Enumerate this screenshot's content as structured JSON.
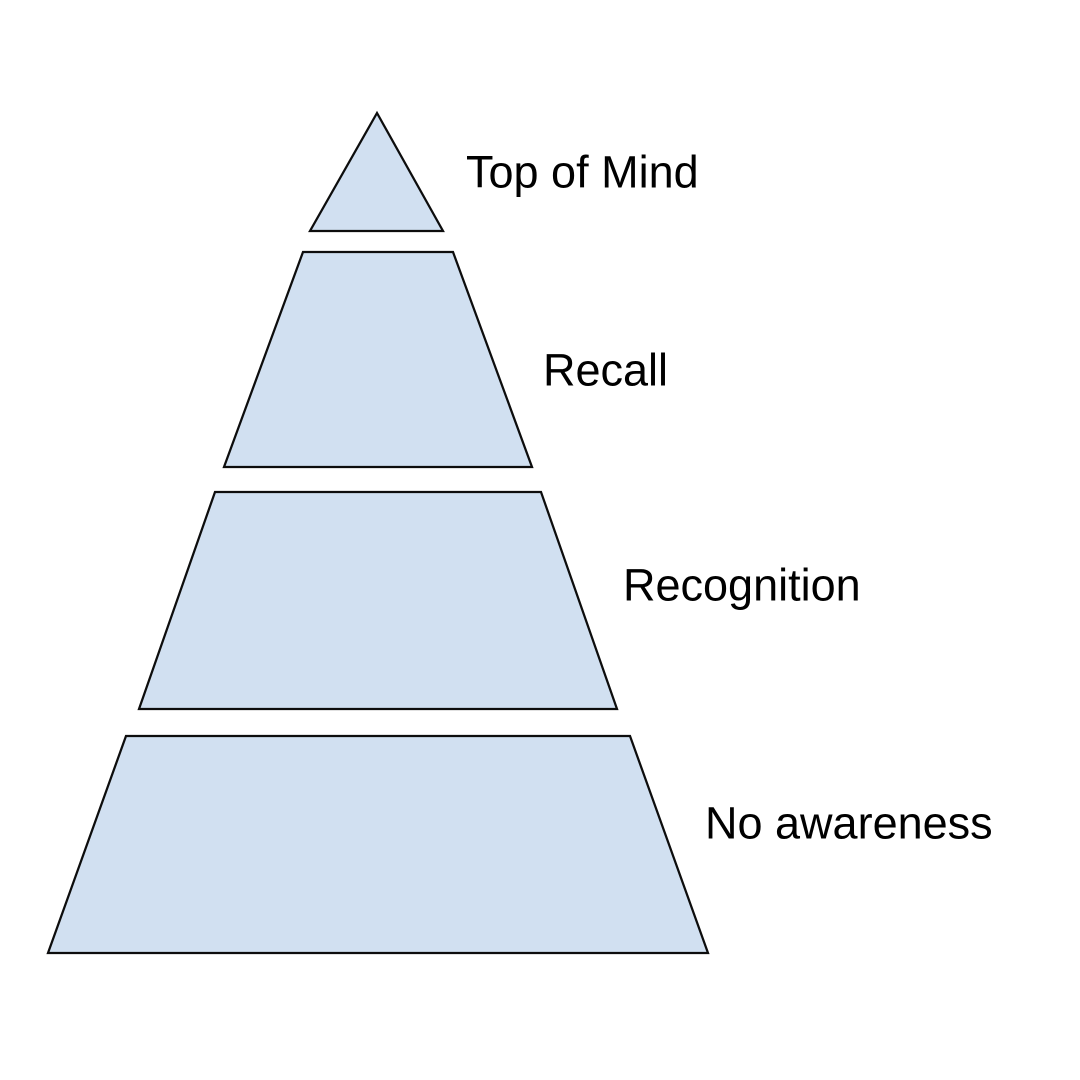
{
  "colors": {
    "background": "#ffffff",
    "segment_fill": "#d1e0f1",
    "segment_stroke": "#0d0d0d",
    "label_text": "#000000"
  },
  "pyramid": {
    "type": "pyramid-diagram",
    "levels": [
      {
        "rank": 1,
        "label": "Top of Mind"
      },
      {
        "rank": 2,
        "label": "Recall"
      },
      {
        "rank": 3,
        "label": "Recognition"
      },
      {
        "rank": 4,
        "label": "No awareness"
      }
    ]
  }
}
